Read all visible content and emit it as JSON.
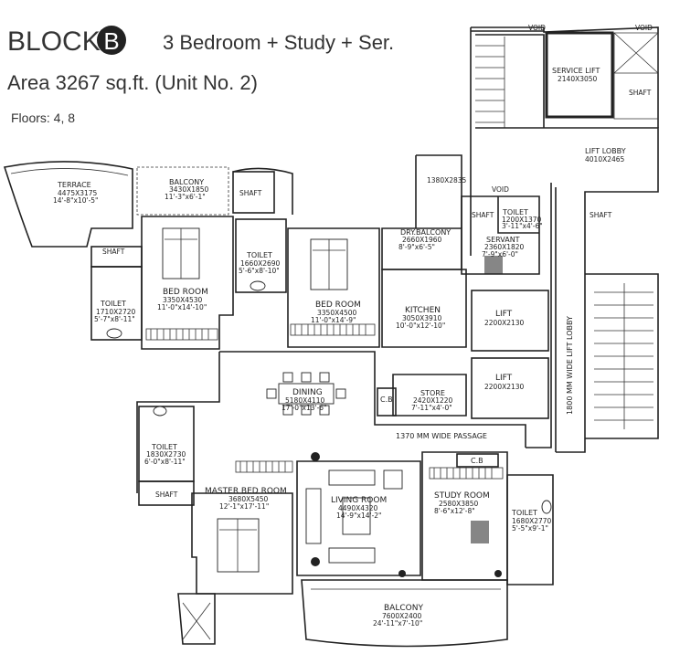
{
  "header": {
    "block_label": "BLOCK",
    "block_letter": "B",
    "unit_type": "3 Bedroom + Study + Ser.",
    "area": "Area 3267 sq.ft. (Unit No. 2)",
    "floors": "Floors: 4, 8"
  },
  "rooms": {
    "terrace": {
      "name": "TERRACE",
      "size": "4475X3175",
      "imperial": "14'-8\"x10'-5\""
    },
    "balcony_top": {
      "name": "BALCONY",
      "size": "3430X1850",
      "imperial": "11'-3\"x6'-1\""
    },
    "shaft_top": {
      "name": "SHAFT"
    },
    "shaft_left": {
      "name": "SHAFT"
    },
    "toilet_mid": {
      "name": "TOILET",
      "size": "1660X2690",
      "imperial": "5'-6\"x8'-10\""
    },
    "toilet_left": {
      "name": "TOILET",
      "size": "1710X2720",
      "imperial": "5'-7\"x8'-11\""
    },
    "bed_room_1": {
      "name": "BED ROOM",
      "size": "3350X4530",
      "imperial": "11'-0\"x14'-10\""
    },
    "bed_room_2": {
      "name": "BED ROOM",
      "size": "3350X4500",
      "imperial": "11'-0\"x14'-9\""
    },
    "dry_balcony": {
      "name": "DRY.BALCONY",
      "size": "2660X1960",
      "imperial": "8'-9\"x6'-5\""
    },
    "dim_1380": {
      "size": "1380X2835"
    },
    "shaft_servant": {
      "name": "SHAFT"
    },
    "toilet_servant": {
      "name": "TOILET",
      "size": "1200X1370",
      "imperial": "3'-11\"x4'-6\""
    },
    "servant": {
      "name": "SERVANT",
      "size": "2360X1820",
      "imperial": "7'-9\"x6'-0\""
    },
    "kitchen": {
      "name": "KITCHEN",
      "size": "3050X3910",
      "imperial": "10'-0\"x12'-10\""
    },
    "lift_1": {
      "name": "LIFT",
      "size": "2200X2130"
    },
    "lift_2": {
      "name": "LIFT",
      "size": "2200X2130"
    },
    "store": {
      "name": "STORE",
      "size": "2420X1220",
      "imperial": "7'-11\"x4'-0\""
    },
    "cb_kitchen": {
      "name": "C.B"
    },
    "dining": {
      "name": "DINING",
      "size": "5180X4110",
      "imperial": "17'-0\"x13'-6\""
    },
    "passage": {
      "name": "1370 MM  WIDE PASSAGE"
    },
    "lift_lobby_wide": {
      "name": "1800  MM  WIDE  LIFT  LOBBY"
    },
    "service_lift": {
      "name": "SERVICE LIFT",
      "size": "2140X3050"
    },
    "shaft_lift": {
      "name": "SHAFT"
    },
    "lift_lobby": {
      "name": "LIFT LOBBY",
      "size": "4010X2465"
    },
    "shaft_lobby": {
      "name": "SHAFT"
    },
    "void_1": {
      "name": "VOID"
    },
    "void_2": {
      "name": "VOID"
    },
    "void_3": {
      "name": "VOID"
    },
    "toilet_master": {
      "name": "TOILET",
      "size": "1830X2730",
      "imperial": "6'-0\"x8'-11\""
    },
    "shaft_master": {
      "name": "SHAFT"
    },
    "master_bed": {
      "name": "MASTER BED ROOM",
      "size": "3680X5450",
      "imperial": "12'-1\"x17'-11\""
    },
    "living": {
      "name": "LIVING ROOM",
      "size": "4490X4320",
      "imperial": "14'-9\"x14'-2\""
    },
    "study": {
      "name": "STUDY ROOM",
      "size": "2580X3850",
      "imperial": "8'-6\"x12'-8\""
    },
    "cb_study": {
      "name": "C.B"
    },
    "toilet_study": {
      "name": "TOILET",
      "size": "1680X2770",
      "imperial": "5'-5\"x9'-1\""
    },
    "balcony_bottom": {
      "name": "BALCONY",
      "size": "7600X2400",
      "imperial": "24'-11\"x7'-10\""
    }
  }
}
